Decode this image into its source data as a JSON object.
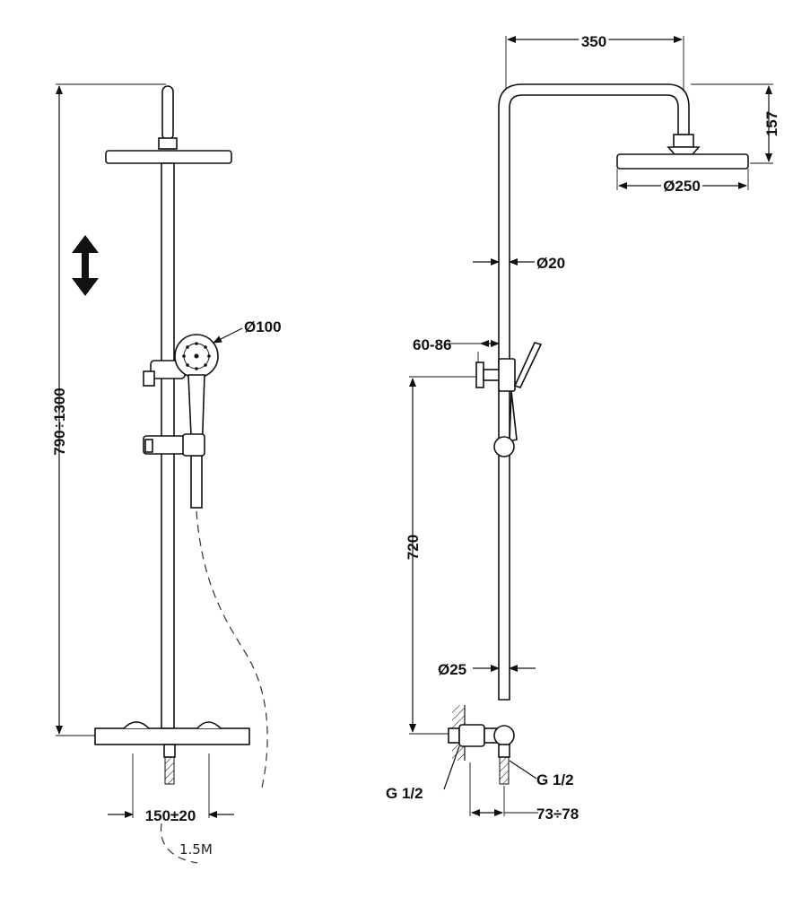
{
  "drawing": {
    "labels": {
      "height_range": "790÷1300",
      "hand_shower_diameter": "Ø100",
      "mixer_spacing": "150±20",
      "hose_length": "1.5M",
      "arm_length": "350",
      "head_drop": "157",
      "head_diameter": "Ø250",
      "upper_pipe_diameter": "Ø20",
      "holder_range": "60-86",
      "riser_height": "720",
      "lower_pipe_diameter": "Ø25",
      "inlet_thread_left": "G 1/2",
      "inlet_thread_right": "G 1/2",
      "wall_offset": "73÷78"
    },
    "icons": [
      "double-arrow-icon"
    ]
  }
}
